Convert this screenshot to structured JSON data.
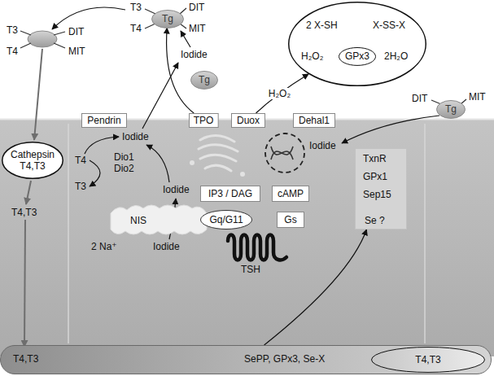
{
  "diagram": {
    "nodes": [
      {
        "text": [
          "Tg"
        ]
      },
      {
        "text": [
          "2 X-SH",
          "X-SS-X",
          "H₂O₂",
          "2H₂O"
        ]
      },
      {
        "text": [
          "GPx3"
        ],
        "in": 1
      },
      {
        "text": [
          "Tg"
        ]
      },
      {
        "text": [
          "Tg"
        ]
      },
      {
        "text": [
          "Pendrin"
        ]
      },
      {
        "text": [
          "TPO"
        ]
      },
      {
        "text": [
          "Duox"
        ]
      },
      {
        "text": [
          "Dehal1"
        ]
      },
      {
        "text": [
          "Cathepsin",
          "T4,T3"
        ]
      },
      {
        "text": [
          "IP3 / DAG"
        ]
      },
      {
        "text": [
          "cAMP"
        ]
      },
      {
        "text": [
          "Gq/G11"
        ]
      },
      {
        "text": [
          "Gs"
        ]
      },
      {
        "text": [
          "TxnR",
          "GPx1",
          "Sep15",
          "Se ?"
        ]
      },
      {
        "text": [
          "T4,T3",
          "SePP, GPx3, Se-X"
        ]
      },
      {
        "text": [
          "T4,T3"
        ],
        "in": 15
      }
    ],
    "edges": [
      {
        "from": 7,
        "to": 1,
        "arrow": "to",
        "label": "H₂O₂"
      },
      {
        "from": 6,
        "to": 0,
        "arrow": "to"
      },
      {
        "from": 15,
        "to": 14,
        "arrow": "to"
      }
    ],
    "labels": [
      "T3",
      "DIT",
      "T4",
      "MIT",
      "T3",
      "T4",
      "DIT",
      "MIT",
      "Iodide",
      "DIT",
      "MIT",
      "Iodide",
      "Iodide",
      "T4",
      "Dio1",
      "Dio2",
      "T3",
      "Iodide",
      "T4,T3",
      "NIS",
      "2 Na⁺",
      "Iodide",
      "TSH"
    ]
  }
}
